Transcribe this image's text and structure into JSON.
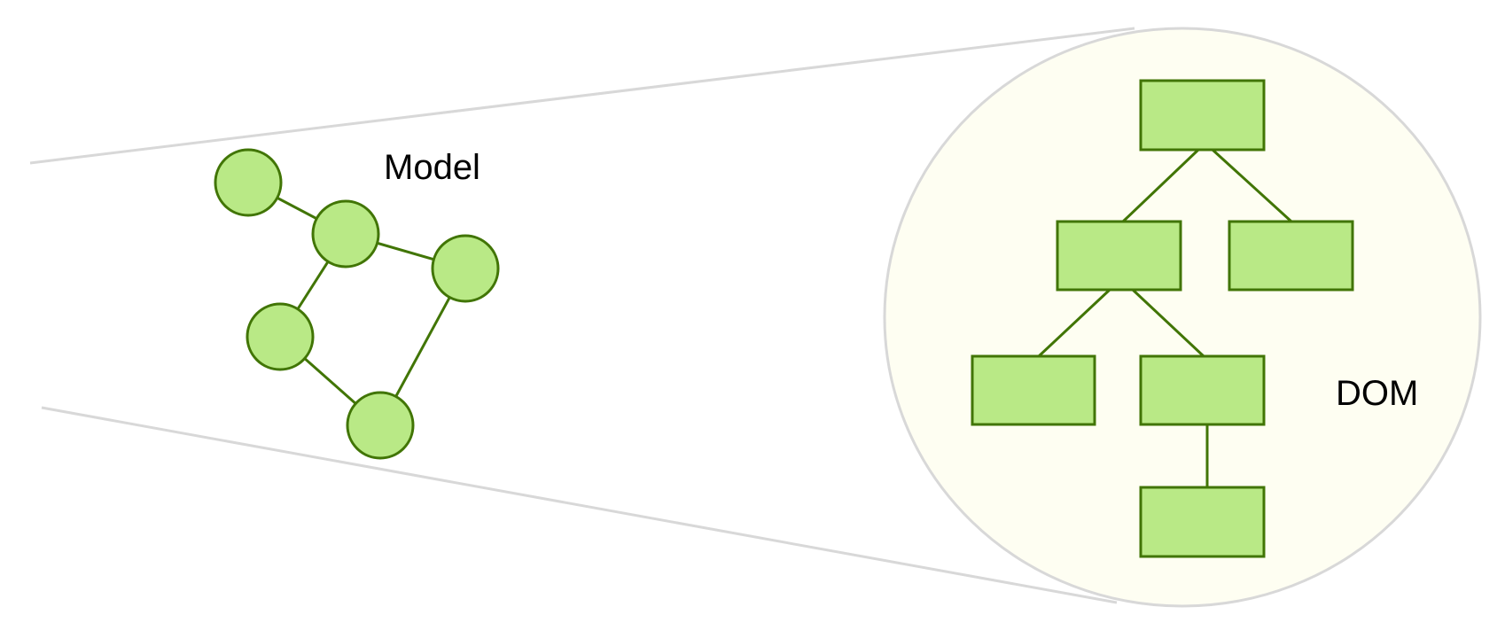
{
  "labels": {
    "model": "Model",
    "dom": "DOM"
  },
  "colors": {
    "node_fill": "#b9e986",
    "node_stroke": "#417505",
    "edge": "#417505",
    "lens_fill": "#fefef2",
    "lens_stroke": "#d8d8d8",
    "beam": "#d8d8d8"
  },
  "model_graph": {
    "node_count": 5,
    "edges": [
      [
        "model-node-1",
        "model-node-2"
      ],
      [
        "model-node-2",
        "model-node-3"
      ],
      [
        "model-node-2",
        "model-node-4"
      ],
      [
        "model-node-4",
        "model-node-5"
      ],
      [
        "model-node-3",
        "model-node-5"
      ]
    ]
  },
  "dom_tree": {
    "node_count": 6,
    "edges": [
      [
        "dom-root",
        "dom-child-left"
      ],
      [
        "dom-root",
        "dom-child-right"
      ],
      [
        "dom-child-left",
        "dom-grandchild-left"
      ],
      [
        "dom-child-left",
        "dom-grandchild-right"
      ],
      [
        "dom-grandchild-right",
        "dom-leaf"
      ]
    ]
  }
}
